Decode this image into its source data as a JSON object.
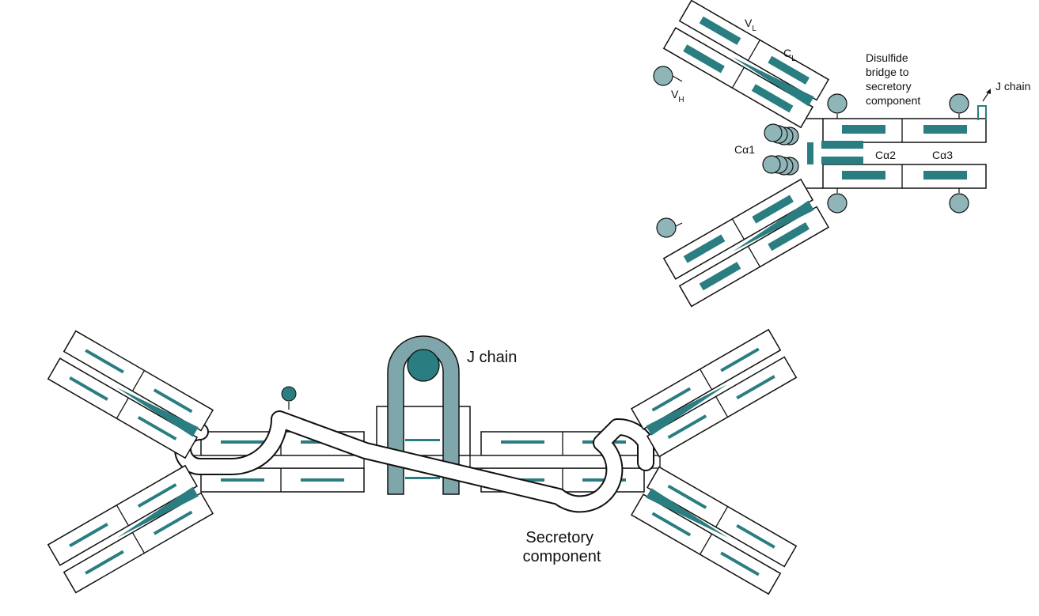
{
  "diagram": {
    "colors": {
      "outline": "#111111",
      "domain_bar": "#2a7d80",
      "sugar": "#8fb5b8",
      "j_chain_fill": "#7fa7ab",
      "background": "#ffffff"
    },
    "monomer": {
      "label_vl_main": "V",
      "label_vl_sub": "L",
      "label_cl_main": "C",
      "label_cl_sub": "L",
      "label_vh_main": "V",
      "label_vh_sub": "H",
      "label_ca1": "Cα1",
      "label_ca2": "Cα2",
      "label_ca3": "Cα3",
      "disulfide_lines": [
        "Disulfide",
        "bridge to",
        "secretory",
        "component"
      ],
      "j_chain_label": "J chain"
    },
    "dimer": {
      "j_chain_label": "J chain",
      "secretory_lines": [
        "Secretory",
        "component"
      ]
    }
  }
}
